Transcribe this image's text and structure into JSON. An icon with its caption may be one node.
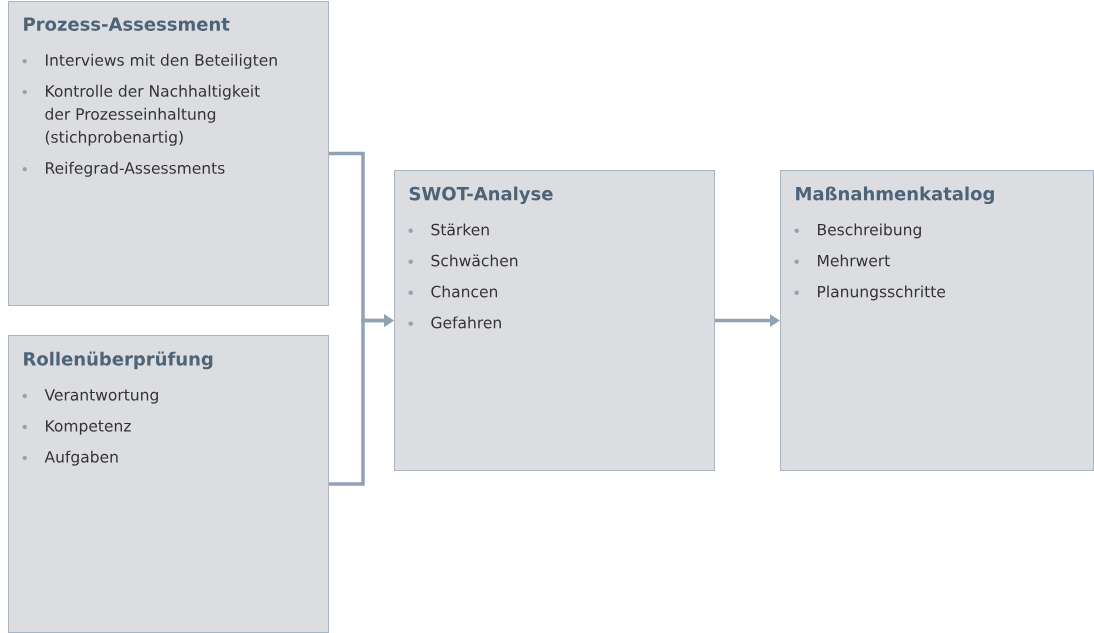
{
  "diagram": {
    "nodes": [
      {
        "text": [
          "Prozess-Assessment",
          "Interviews mit den Beteiligten",
          "Kontrolle der Nachhaltigkeit der Prozesseinhaltung (stichprobenartig)",
          "Reifegrad-Assessments"
        ]
      },
      {
        "text": [
          "Rollenüberprüfung",
          "Verantwortung",
          "Kompetenz",
          "Aufgaben"
        ]
      },
      {
        "text": [
          "SWOT-Analyse",
          "Stärken",
          "Schwächen",
          "Chancen",
          "Gefahren"
        ]
      },
      {
        "text": [
          "Maßnahmenkatalog",
          "Beschreibung",
          "Mehrwert",
          "Planungsschritte"
        ]
      }
    ],
    "edges": [
      {
        "from": 0,
        "to": 2,
        "arrow": "to"
      },
      {
        "from": 1,
        "to": 2,
        "arrow": "to"
      },
      {
        "from": 2,
        "to": 3,
        "arrow": "to"
      }
    ]
  }
}
